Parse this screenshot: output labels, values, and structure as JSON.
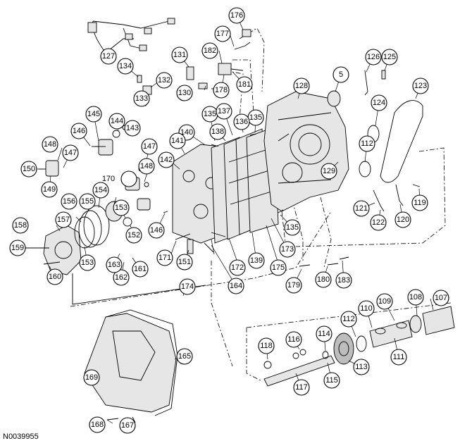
{
  "figure_id": "N0039955",
  "callouts": [
    "5",
    "107",
    "108",
    "109",
    "110",
    "111",
    "112",
    "112",
    "113",
    "114",
    "115",
    "116",
    "117",
    "118",
    "119",
    "120",
    "121",
    "122",
    "123",
    "124",
    "125",
    "126",
    "127",
    "128",
    "129",
    "130",
    "131",
    "132",
    "133",
    "134",
    "135",
    "135",
    "135",
    "136",
    "137",
    "138",
    "139",
    "140",
    "141",
    "142",
    "143",
    "144",
    "145",
    "146",
    "146",
    "147",
    "147",
    "148",
    "148",
    "149",
    "150",
    "151",
    "152",
    "153",
    "153",
    "154",
    "155",
    "156",
    "157",
    "158",
    "159",
    "160",
    "161",
    "162",
    "163",
    "164",
    "165",
    "167",
    "168",
    "169",
    "170",
    "171",
    "172",
    "173",
    "174",
    "175",
    "176",
    "177",
    "178",
    "179",
    "180",
    "181",
    "182",
    "183"
  ]
}
